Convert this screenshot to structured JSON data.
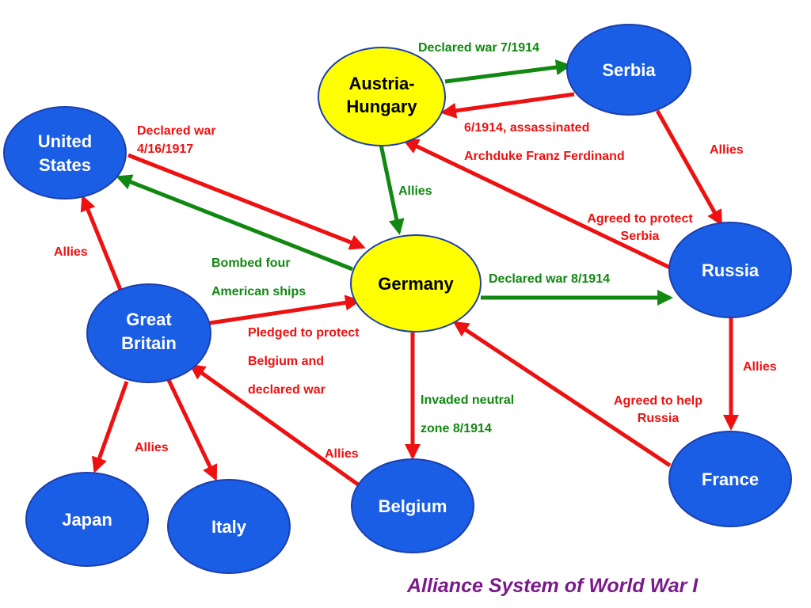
{
  "colors": {
    "node_blue": "#1a5ee6",
    "node_yellow": "#ffff00",
    "edge_red": "#ee1111",
    "edge_green": "#118811",
    "title": "#7a1a8a"
  },
  "nodes": {
    "austria_hungary": [
      "Austria-",
      "Hungary"
    ],
    "serbia": [
      "Serbia"
    ],
    "united_states": [
      "United",
      "States"
    ],
    "germany": [
      "Germany"
    ],
    "russia": [
      "Russia"
    ],
    "great_britain": [
      "Great",
      "Britain"
    ],
    "france": [
      "France"
    ],
    "japan": [
      "Japan"
    ],
    "italy": [
      "Italy"
    ],
    "belgium": [
      "Belgium"
    ]
  },
  "edges": {
    "ah_to_serbia": [
      "Declared war 7/1914"
    ],
    "serbia_to_ah": [
      "6/1914, assassinated",
      "Archduke Franz Ferdinand"
    ],
    "serbia_to_russia": [
      "Allies"
    ],
    "ah_to_germany": [
      "Allies"
    ],
    "us_to_germany": [
      "Declared war",
      "4/16/1917"
    ],
    "germany_to_us": [
      "Bombed four",
      "American ships"
    ],
    "russia_to_ah": [
      "Agreed to protect",
      "Serbia"
    ],
    "germany_to_russia": [
      "Declared war 8/1914"
    ],
    "gb_to_us": [
      "Allies"
    ],
    "gb_to_germany": [
      "Pledged to protect",
      "Belgium and",
      "declared war"
    ],
    "germany_to_belgium": [
      "Invaded neutral",
      "zone 8/1914"
    ],
    "russia_to_france": [
      "Allies"
    ],
    "france_to_germany": [
      "Agreed to help",
      "Russia"
    ],
    "gb_to_japan_italy": [
      "Allies"
    ],
    "belgium_to_gb": [
      "Allies"
    ]
  },
  "title": "Alliance System of World War I"
}
